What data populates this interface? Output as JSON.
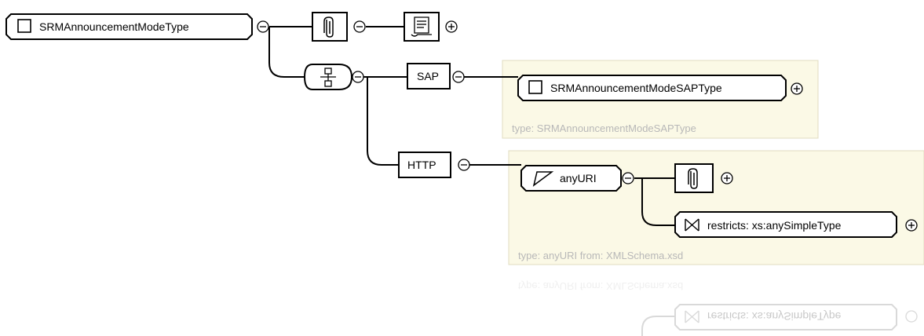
{
  "root": {
    "label": "SRMAnnouncementModeType"
  },
  "choice": {
    "options": [
      {
        "label": "SAP",
        "type_label": "SRMAnnouncementModeSAPType",
        "type_caption": "type: SRMAnnouncementModeSAPType"
      },
      {
        "label": "HTTP",
        "type_label": "anyURI",
        "type_caption": "type: anyURI from: XMLSchema.xsd",
        "restriction_label": "restricts: xs:anySimpleType"
      }
    ]
  },
  "icons": {
    "root": "complex-type-icon",
    "annotation": "annotation-icon",
    "documentation": "documentation-icon",
    "choice": "choice-compositor-icon",
    "simple_type": "simple-type-icon",
    "restriction": "restriction-icon",
    "collapse": "minus-circle-icon",
    "expand": "plus-circle-icon"
  },
  "colors": {
    "type_panel_bg": "#fbf9e6",
    "type_panel_border": "#e0dcc0",
    "caption": "#b8b8b8",
    "line": "#000000"
  }
}
